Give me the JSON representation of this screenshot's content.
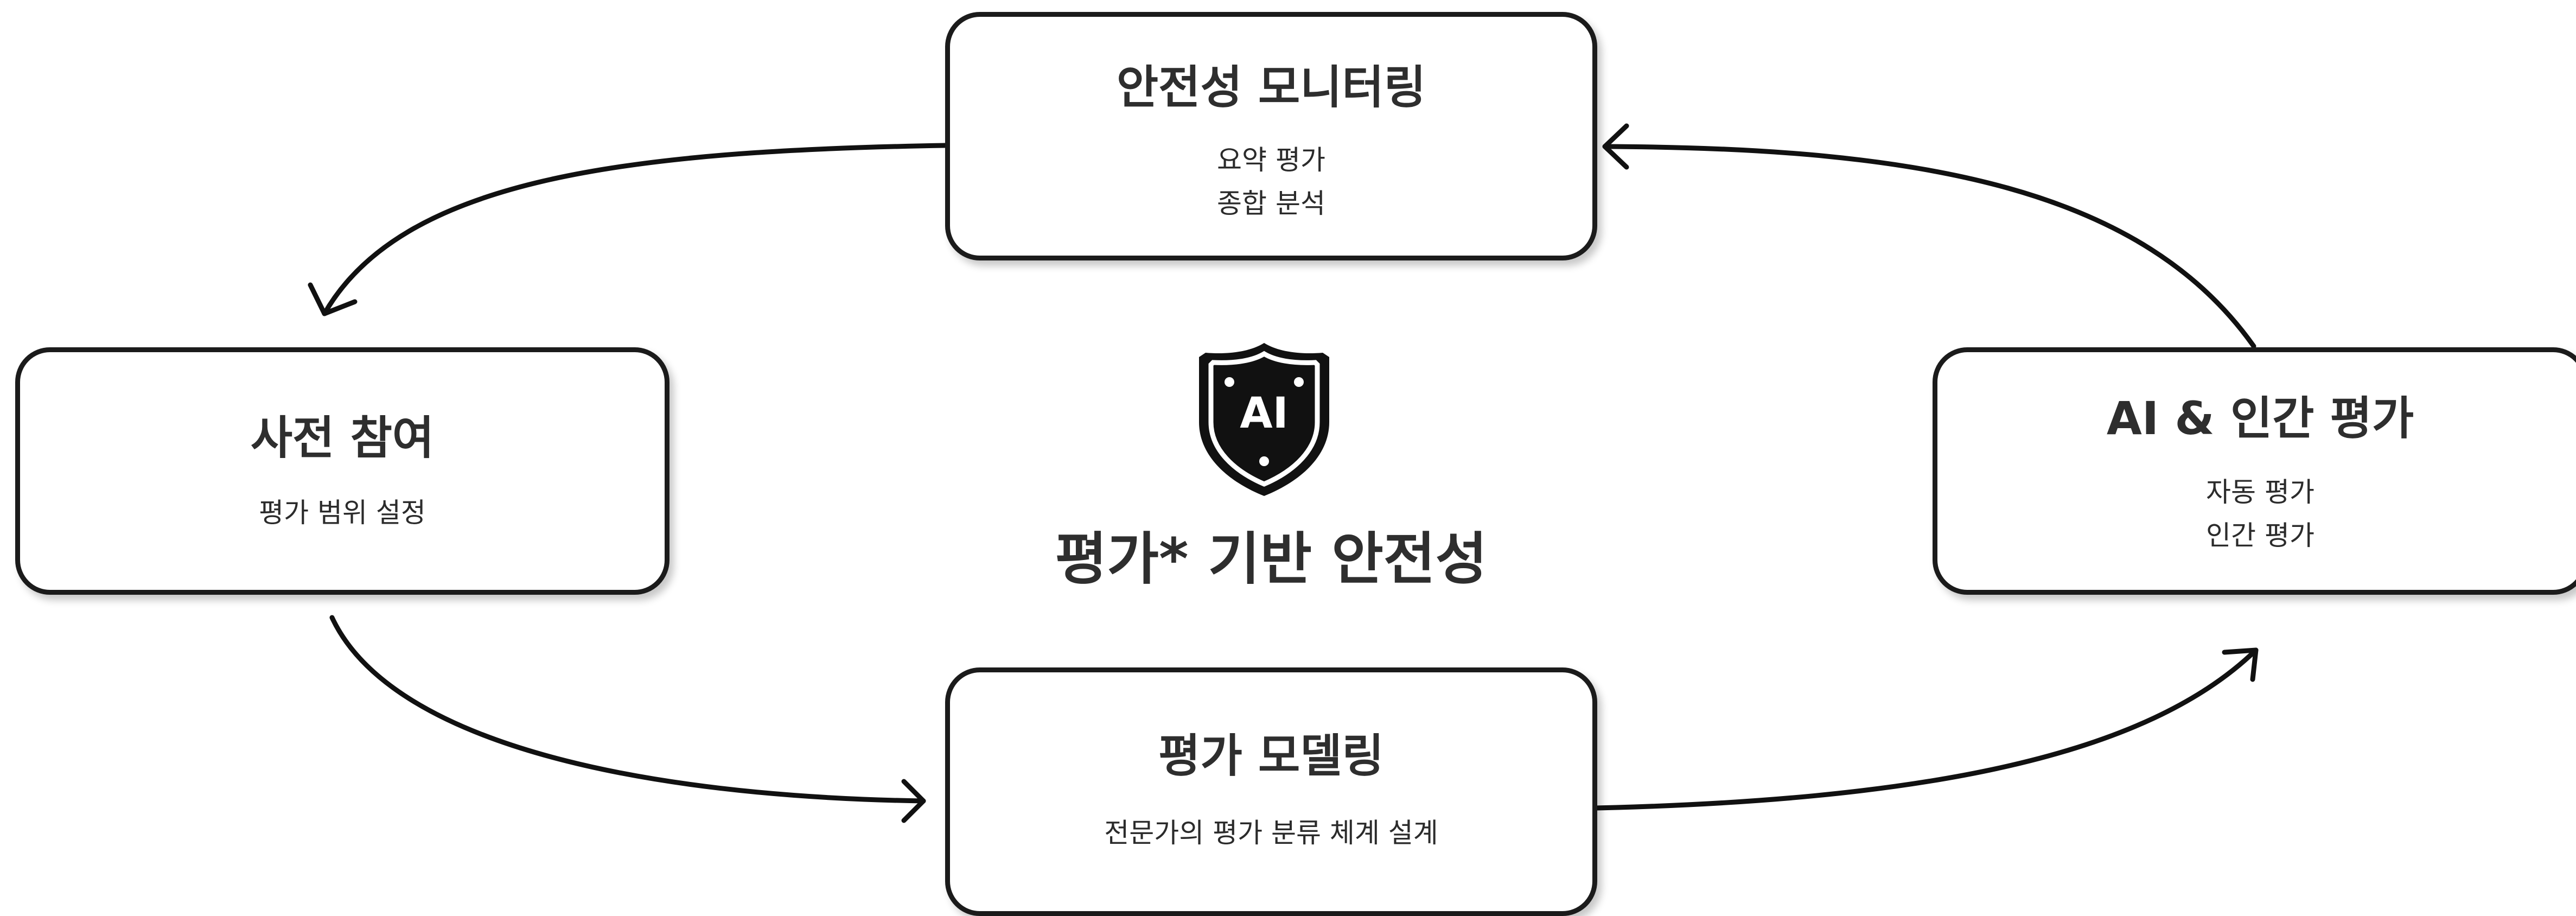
{
  "diagram": {
    "center": {
      "label": "평가* 기반 안전성",
      "icon": "ai-shield-icon",
      "icon_text": "AI"
    },
    "nodes": {
      "monitoring": {
        "title": "안전성 모니터링",
        "lines": [
          "요약 평가",
          "종합 분석"
        ]
      },
      "engagement": {
        "title": "사전 참여",
        "lines": [
          "평가 범위 설정"
        ]
      },
      "evaluation": {
        "title": "AI & 인간 평가",
        "lines": [
          "자동 평가",
          "인간 평가"
        ]
      },
      "modeling": {
        "title": "평가 모델링",
        "lines": [
          "전문가의 평가 분류 체계 설계"
        ]
      }
    },
    "flow": [
      "engagement",
      "modeling",
      "evaluation",
      "monitoring"
    ],
    "colors": {
      "stroke": "#1b1b1b",
      "text": "#2e2e2e",
      "background": "#ffffff"
    }
  }
}
